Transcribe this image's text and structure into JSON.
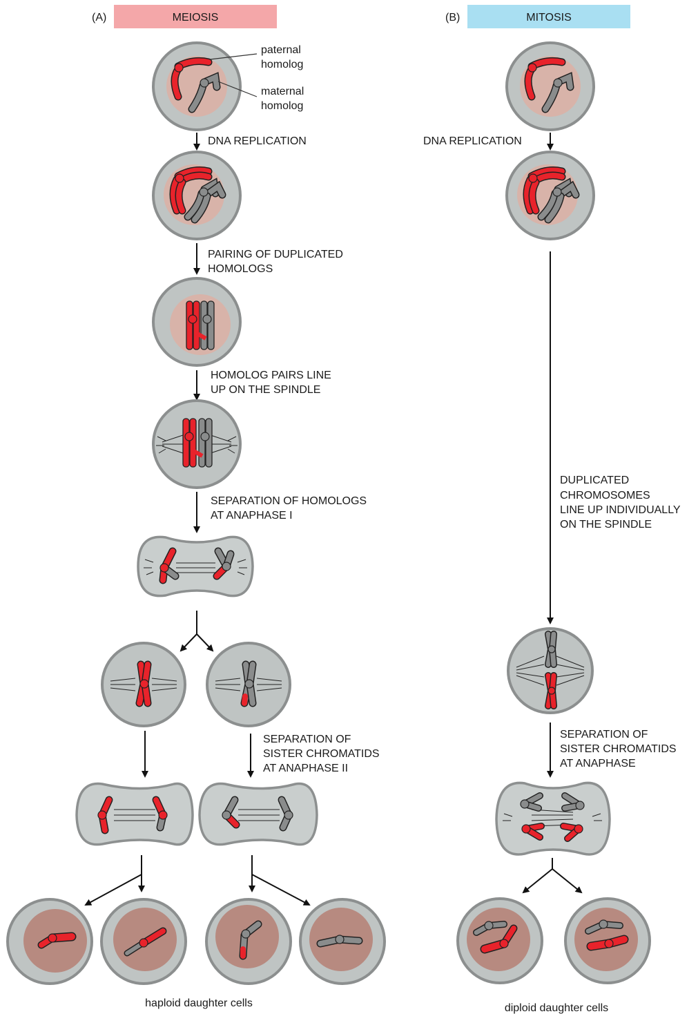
{
  "panelA": {
    "letter": "(A)",
    "title": "MEIOSIS",
    "color": "#f4a7a9"
  },
  "panelB": {
    "letter": "(B)",
    "title": "MITOSIS",
    "color": "#a9dff2"
  },
  "labels": {
    "paternal1": "paternal",
    "paternal2": "homolog",
    "maternal1": "maternal",
    "maternal2": "homolog"
  },
  "steps": {
    "meiosis_dna": "DNA REPLICATION",
    "pairing1": "PAIRING OF DUPLICATED",
    "pairing2": "HOMOLOGS",
    "lineup1": "HOMOLOG PAIRS LINE",
    "lineup2": "UP ON THE SPINDLE",
    "sep1a": "SEPARATION OF HOMOLOGS",
    "sep1b": "AT ANAPHASE I",
    "sep2a": "SEPARATION OF",
    "sep2b": "SISTER CHROMATIDS",
    "sep2c": "AT ANAPHASE II",
    "mitosis_dna": "DNA REPLICATION",
    "dup1": "DUPLICATED",
    "dup2": "CHROMOSOMES",
    "dup3": "LINE UP INDIVIDUALLY",
    "dup4": "ON THE SPINDLE",
    "msep1": "SEPARATION OF",
    "msep2": "SISTER CHROMATIDS",
    "msep3": "AT ANAPHASE"
  },
  "captions": {
    "haploid": "haploid daughter cells",
    "diploid": "diploid daughter cells"
  },
  "colors": {
    "paternal": "#e8232b",
    "maternal": "#8a8c8c",
    "cell": "#c9cecd",
    "nucleus": "#d8b3a9",
    "daughter_nucleus": "#b78a80"
  }
}
